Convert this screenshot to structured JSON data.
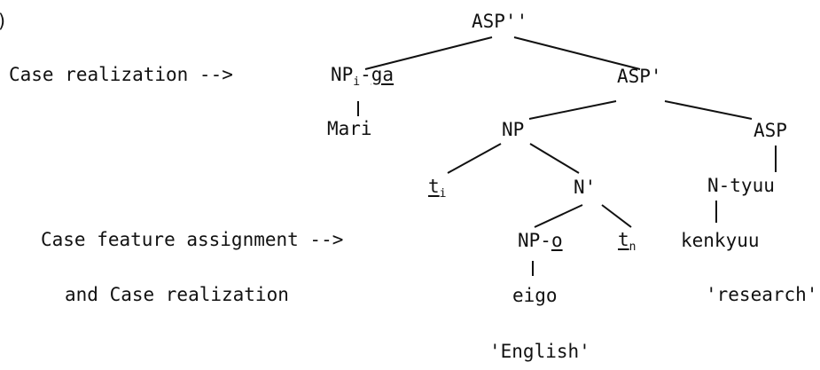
{
  "example_marker": ")",
  "annotations": {
    "case_realization": "Case realization -->",
    "case_feature_assignment": "Case feature assignment -->",
    "and_case_realization": "and Case realization"
  },
  "nodes": {
    "asp_double_bar": "ASP''",
    "np_subject_base": "NP",
    "np_subject_index": "i",
    "np_subject_dash": "-",
    "np_subject_case": "ga",
    "asp_bar": "ASP'",
    "mari": "Mari",
    "np": "NP",
    "asp": "ASP",
    "trace_i_letter": "t",
    "trace_i_index": "i",
    "n_bar": "N'",
    "n_tyuu": "N-tyuu",
    "kenkyuu": "kenkyuu",
    "np_object_base": "NP-",
    "np_object_case": "o",
    "trace_n_letter": "t",
    "trace_n_index": "n",
    "eigo": "eigo",
    "gloss_research": "'research'",
    "gloss_english": "'English'"
  }
}
